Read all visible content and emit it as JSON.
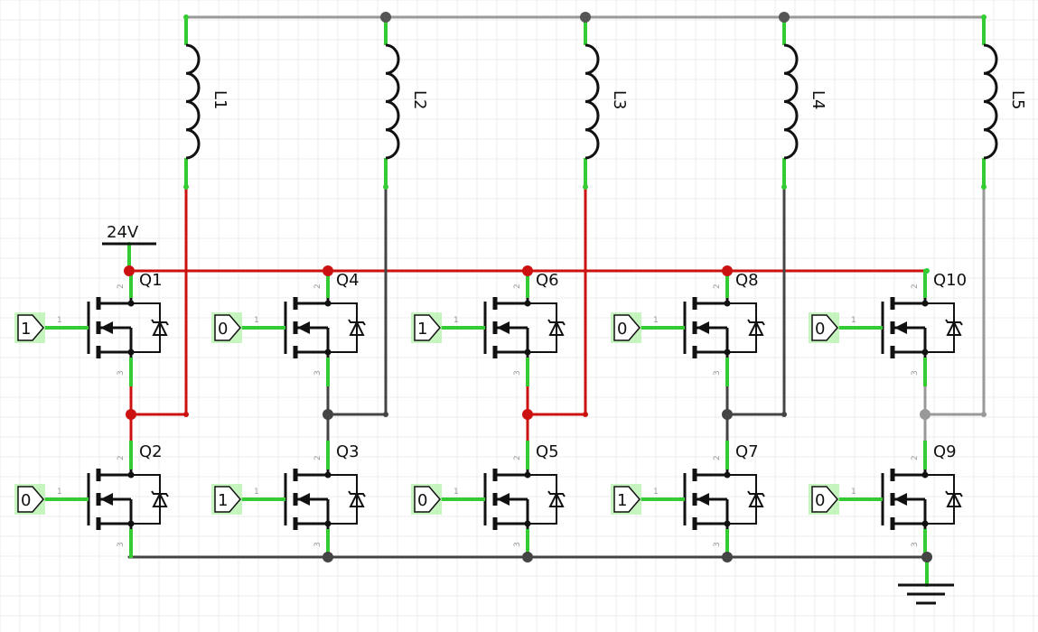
{
  "supply": {
    "label": "24V"
  },
  "colors": {
    "active": "#cc1111",
    "dark": "#444444",
    "light": "#999999",
    "green": "#33cc33",
    "grid": "#ececec"
  },
  "inductors": [
    {
      "name": "L1"
    },
    {
      "name": "L2"
    },
    {
      "name": "L3"
    },
    {
      "name": "L4"
    },
    {
      "name": "L5"
    }
  ],
  "transistors": [
    {
      "name": "Q1",
      "input": "1",
      "pin_gate": "1",
      "pin_drain": "2",
      "pin_source": "3"
    },
    {
      "name": "Q2",
      "input": "0",
      "pin_gate": "1",
      "pin_drain": "2",
      "pin_source": "3"
    },
    {
      "name": "Q4",
      "input": "0",
      "pin_gate": "1",
      "pin_drain": "2",
      "pin_source": "3"
    },
    {
      "name": "Q3",
      "input": "1",
      "pin_gate": "1",
      "pin_drain": "2",
      "pin_source": "3"
    },
    {
      "name": "Q6",
      "input": "1",
      "pin_gate": "1",
      "pin_drain": "2",
      "pin_source": "3"
    },
    {
      "name": "Q5",
      "input": "0",
      "pin_gate": "1",
      "pin_drain": "2",
      "pin_source": "3"
    },
    {
      "name": "Q8",
      "input": "0",
      "pin_gate": "1",
      "pin_drain": "2",
      "pin_source": "3"
    },
    {
      "name": "Q7",
      "input": "1",
      "pin_gate": "1",
      "pin_drain": "2",
      "pin_source": "3"
    },
    {
      "name": "Q10",
      "input": "0",
      "pin_gate": "1",
      "pin_drain": "2",
      "pin_source": "3"
    },
    {
      "name": "Q9",
      "input": "0",
      "pin_gate": "1",
      "pin_drain": "2",
      "pin_source": "3"
    }
  ]
}
